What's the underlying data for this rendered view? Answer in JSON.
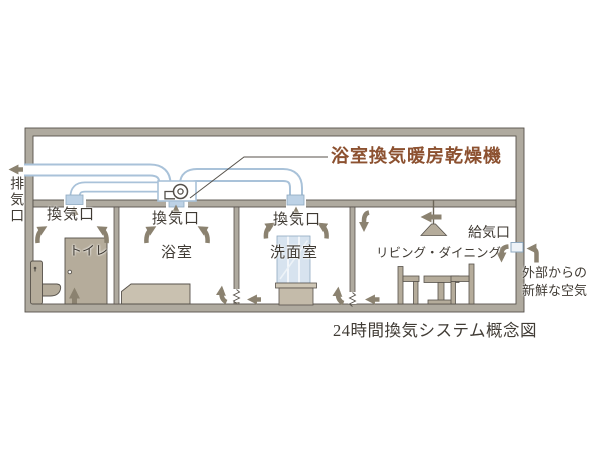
{
  "figure": {
    "callout_label": "浴室換気暖房乾燥機",
    "caption": "24時間換気システム概念図",
    "exhaust_port": "排気口",
    "supply_port": "給気口",
    "outside_air_line1": "外部からの",
    "outside_air_line2": "新鮮な空気",
    "rooms": {
      "toilet": {
        "label": "トイレ",
        "vent": "換気口"
      },
      "bathroom": {
        "label": "浴室",
        "vent": "換気口"
      },
      "washroom": {
        "label": "洗面室",
        "vent": "換気口"
      },
      "living": {
        "label": "リビング・ダイニング"
      }
    },
    "colors": {
      "callout_text": "#8C5130",
      "body_text": "#403B34",
      "wall_fill": "#AFAA9F",
      "wall_line": "#57524B",
      "duct_outline": "#A9C2D9",
      "duct_fill": "#FFFFFF",
      "flange_fill": "#BDD2E6",
      "arrow": "#8B8270",
      "furniture_fill": "#B5AC9B",
      "bathtub_fill": "#C9C1B0",
      "mirror_fill": "#D7E3EF"
    }
  }
}
